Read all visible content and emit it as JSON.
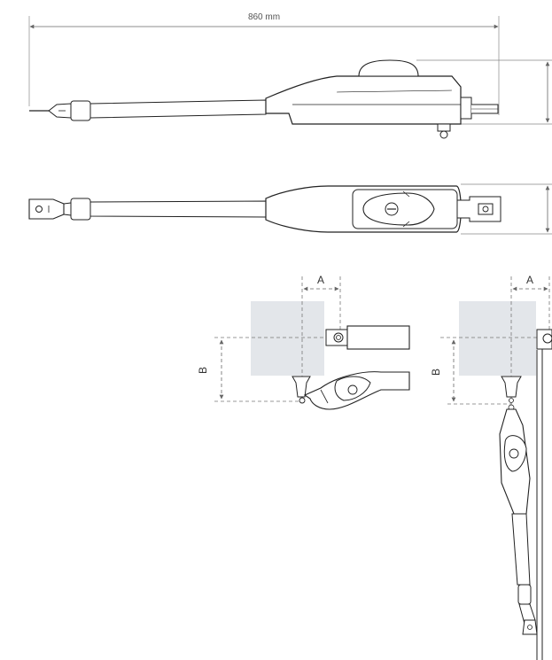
{
  "top_view": {
    "overall_length_label": "860 mm"
  },
  "install_detail_left": {
    "dim_a_label": "A",
    "dim_b_label": "B"
  },
  "install_detail_right": {
    "dim_a_label": "A",
    "dim_b_label": "B"
  },
  "colors": {
    "line": "#222222",
    "dim_line": "#777777",
    "shade_area": "#e3e6ea",
    "body_fill": "#ffffff"
  }
}
